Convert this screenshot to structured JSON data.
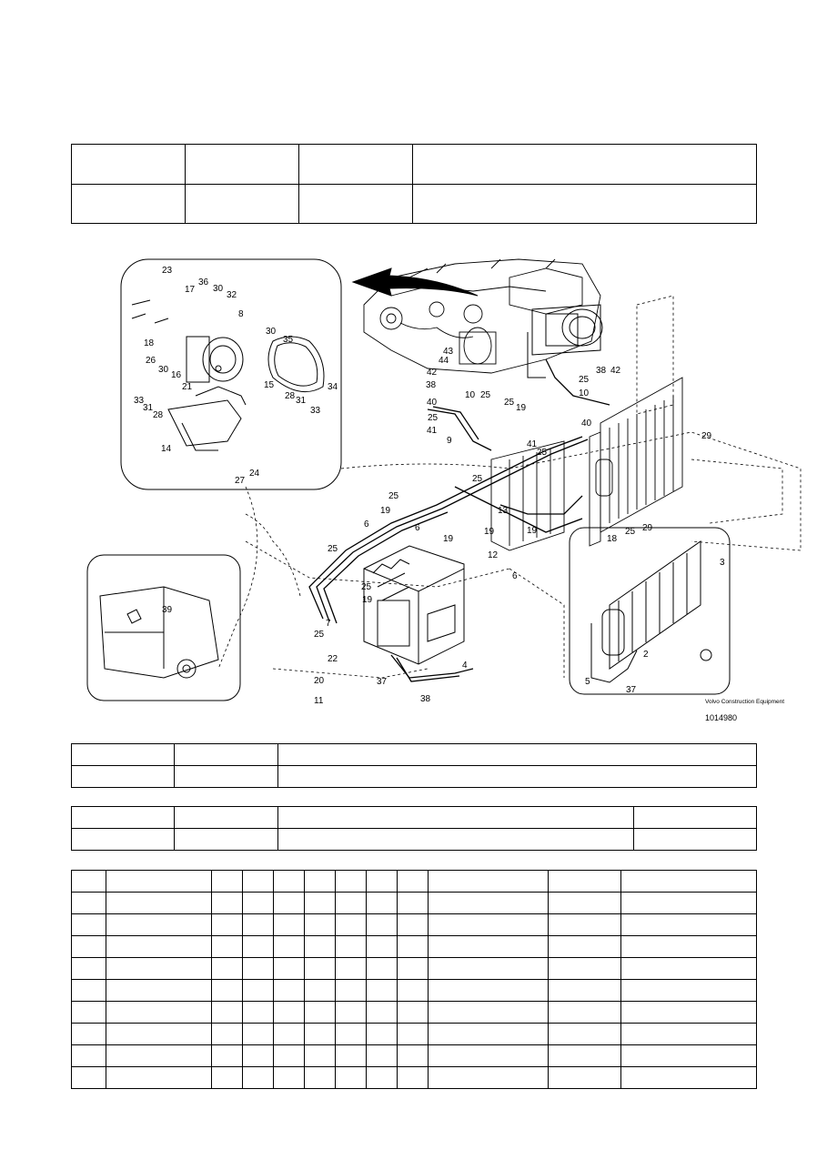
{
  "diagram": {
    "caption_small": "Volvo Construction Equipment",
    "figure_id": "1014980",
    "callouts_inset_a": [
      "23",
      "36",
      "17",
      "30",
      "32",
      "8",
      "18",
      "30",
      "35",
      "26",
      "16",
      "30",
      "21",
      "15",
      "33",
      "31",
      "28",
      "28",
      "31",
      "33",
      "34",
      "14",
      "27",
      "24"
    ],
    "callouts_main": [
      "43",
      "44",
      "42",
      "38",
      "40",
      "25",
      "41",
      "10",
      "25",
      "25",
      "19",
      "25",
      "38",
      "42",
      "10",
      "40",
      "29",
      "9",
      "41",
      "25",
      "25",
      "25",
      "13",
      "19",
      "6",
      "6",
      "19",
      "19",
      "25",
      "29",
      "25",
      "19",
      "12",
      "6",
      "25",
      "19",
      "18",
      "7",
      "25",
      "22",
      "20",
      "11",
      "37",
      "38",
      "4",
      "3",
      "2",
      "5",
      "37"
    ],
    "callouts_inset_b": [
      "39"
    ]
  },
  "colors": {
    "ink": "#000000",
    "paper": "#ffffff"
  }
}
